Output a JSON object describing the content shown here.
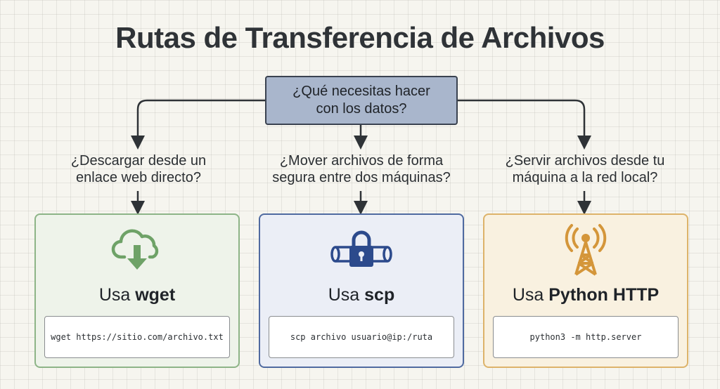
{
  "title": "Rutas de Transferencia de Archivos",
  "root": {
    "line1": "¿Qué necesitas hacer",
    "line2": "con los datos?"
  },
  "branches": [
    {
      "question_line1": "¿Descargar desde un",
      "question_line2": "enlace web directo?",
      "label_prefix": "Usa ",
      "tool": "wget",
      "command": "wget https://sitio.com/archivo.txt",
      "icon": "cloud-download-icon",
      "accent": "#6ea267"
    },
    {
      "question_line1": "¿Mover archivos de forma",
      "question_line2": "segura entre dos máquinas?",
      "label_prefix": "Usa ",
      "tool": "scp",
      "command": "scp archivo usuario@ip:/ruta",
      "icon": "secure-pipe-lock-icon",
      "accent": "#2c4a8c"
    },
    {
      "question_line1": "¿Servir archivos desde tu",
      "question_line2": "máquina a la red local?",
      "label_prefix": "Usa ",
      "tool": "Python HTTP",
      "command": "python3 -m http.server",
      "icon": "broadcast-tower-icon",
      "accent": "#d4963a"
    }
  ]
}
